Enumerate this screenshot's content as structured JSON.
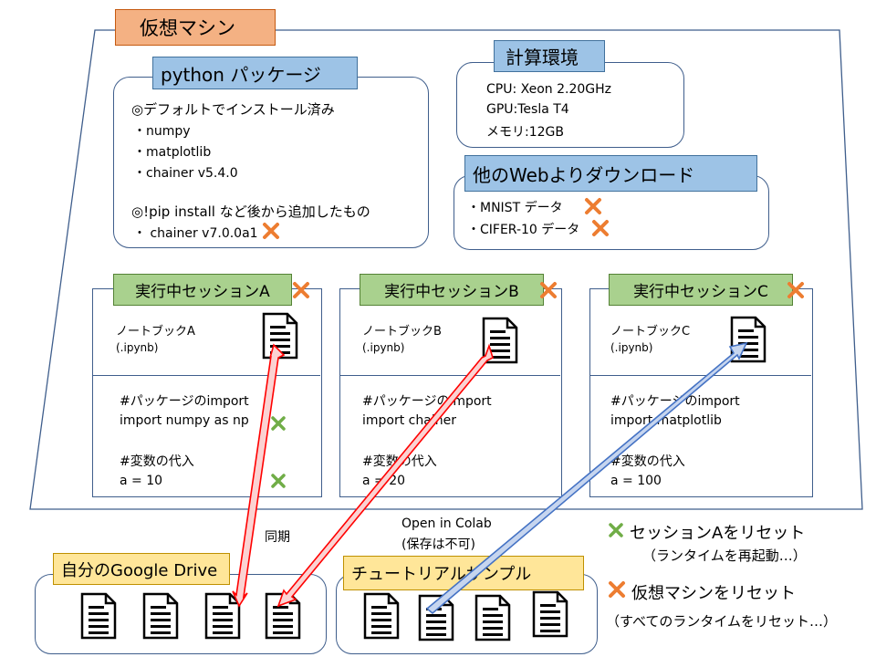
{
  "vm": {
    "title": "仮想マシン"
  },
  "python_packages": {
    "title": "python パッケージ",
    "default_heading": "◎デフォルトでインストール済み",
    "default_items": [
      "・numpy",
      "・matplotlib",
      "・chainer v5.4.0"
    ],
    "added_heading": "◎!pip install など後から追加したもの",
    "added_items": [
      "・ chainer v7.0.0a1"
    ]
  },
  "compute": {
    "title": "計算環境",
    "lines": [
      "CPU: Xeon 2.20GHz",
      "GPU:Tesla T4",
      "メモリ:12GB"
    ]
  },
  "downloads": {
    "title": "他のWebよりダウンロード",
    "items": [
      "・MNIST データ",
      "・CIFER-10 データ"
    ]
  },
  "sessions": [
    {
      "title": "実行中セッションA",
      "notebook": "ノートブックA",
      "ext": "(.ipynb)",
      "lines": [
        "#パッケージのimport",
        "import numpy as np",
        "#変数の代入",
        "a = 10"
      ]
    },
    {
      "title": "実行中セッションB",
      "notebook": "ノートブックB",
      "ext": "(.ipynb)",
      "lines": [
        "#パッケージのimport",
        "import chainer",
        "#変数の代入",
        "a = 20"
      ]
    },
    {
      "title": "実行中セッションC",
      "notebook": "ノートブックC",
      "ext": "(.ipynb)",
      "lines": [
        "#パッケージのimport",
        "import matplotlib",
        "#変数の代入",
        "a = 100"
      ]
    }
  ],
  "drive": {
    "title": "自分のGoogle Drive",
    "sync_label": "同期"
  },
  "tutorial": {
    "title": "チュートリアルサンプル",
    "open_label": "Open in Colab",
    "open_note": "(保存は不可)"
  },
  "legend": {
    "session_reset": "セッションAをリセット",
    "session_reset_note": "（ランタイムを再起動…）",
    "vm_reset": "仮想マシンをリセット",
    "vm_reset_note": "（すべてのランタイムをリセット…）"
  },
  "colors": {
    "reset_vm": "#ed7d31",
    "reset_session": "#70ad47",
    "sync_arrow": "#ff0000",
    "open_arrow": "#4472c4",
    "border": "#3f5e8c"
  },
  "icons": {
    "document": "document-icon",
    "vm_reset": "orange-x-icon",
    "session_reset": "green-x-icon"
  }
}
